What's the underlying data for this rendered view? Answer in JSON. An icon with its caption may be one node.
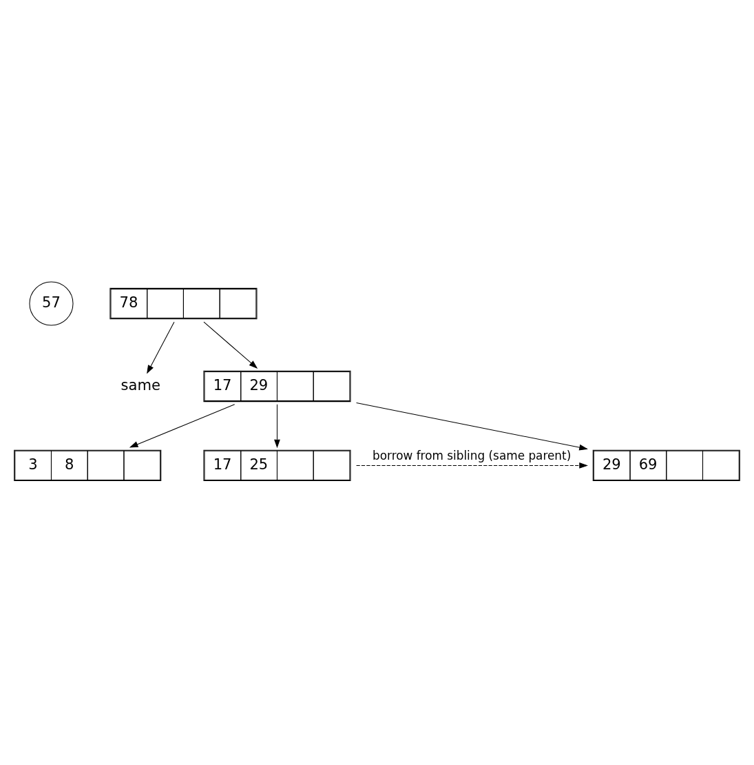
{
  "diagram": {
    "nodes": [
      {
        "text": [
          "57"
        ]
      },
      {
        "text": [
          "78"
        ]
      },
      {
        "text": [
          "same"
        ]
      },
      {
        "text": [
          "17",
          "29"
        ]
      },
      {
        "text": [
          "3",
          "8"
        ]
      },
      {
        "text": [
          "17",
          "25"
        ]
      },
      {
        "text": [
          "29",
          "69"
        ]
      }
    ],
    "edges": [
      {
        "from": 1,
        "to": 3,
        "arrow": "to"
      },
      {
        "from": 1,
        "to": 2,
        "arrow": "to"
      },
      {
        "from": 3,
        "to": 4,
        "arrow": "to"
      },
      {
        "from": 3,
        "to": 5,
        "arrow": "to"
      },
      {
        "from": 3,
        "to": 6,
        "arrow": "to"
      },
      {
        "from": 5,
        "to": 6,
        "arrow": "to",
        "style": "dashed",
        "label": "borrow from sibling (same parent)"
      }
    ]
  }
}
